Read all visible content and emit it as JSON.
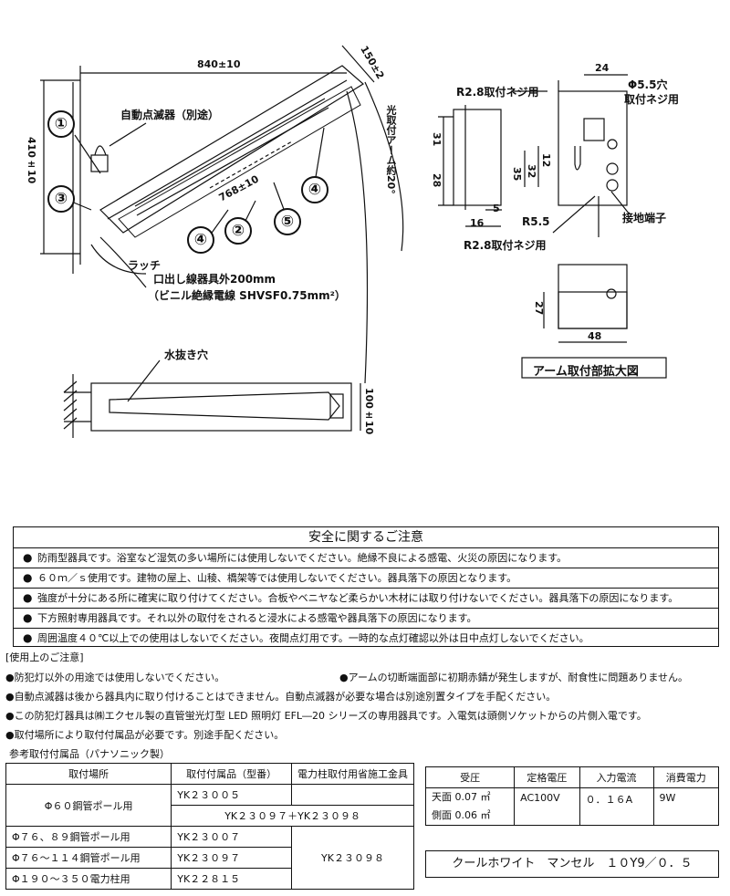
{
  "drawing": {
    "dim_width": "840±10",
    "dim_height": "410±10",
    "dim_tube": "768±10",
    "dim_150": "150±2",
    "arm_label": "光取付アーム約20°",
    "sensor_label": "自動点滅器（別途）",
    "latch_label": "ラッチ",
    "wire_label_1": "口出し線器具外200mm",
    "wire_label_2": "（ビニル絶縁電線 SHVSF0.75mm²）",
    "drain_label": "水抜き穴",
    "dim_100": "100±10",
    "circle_1": "①",
    "circle_2": "②",
    "circle_3": "③",
    "circle_4": "④",
    "circle_5": "⑤"
  },
  "detail": {
    "dim_24": "24",
    "hole_label": "Φ5.5穴",
    "screw_label_top": "取付ネジ用",
    "r28_label": "R2.8取付ネジ用",
    "dim_31": "31",
    "dim_28": "28",
    "dim_35": "35",
    "dim_32": "32",
    "dim_12": "12",
    "dim_5": "5",
    "dim_16": "16",
    "r55_label": "R5.5",
    "r28_bottom_label": "R2.8取付ネジ用",
    "ground_label": "接地端子",
    "dim_27": "27",
    "dim_48": "48",
    "caption": "アーム取付部拡大図"
  },
  "safety": {
    "title": "安全に関するご注意",
    "bullet": "●",
    "items": [
      "防雨型器具です。浴室など湿気の多い場所には使用しないでください。絶縁不良による感電、火災の原因になります。",
      "６０ｍ／ｓ使用です。建物の屋上、山稜、橋架等では使用しないでください。器具落下の原因となります。",
      "強度が十分にある所に確実に取り付けてください。合板やベニヤなど柔らかい木材には取り付けないでください。器具落下の原因になります。",
      "下方照射専用器具です。それ以外の取付をされると浸水による感電や器具落下の原因になります。",
      "周囲温度４０℃以上での使用はしないでください。夜間点灯用です。一時的な点灯確認以外は日中点灯しないでください。"
    ]
  },
  "usage": {
    "heading": "[使用上のご注意]",
    "note1": "●防犯灯以外の用途では使用しないでください。",
    "note2": "●アームの切断端面部に初期赤錆が発生しますが、耐食性に問題ありません。",
    "note3": "●自動点滅器は後から器具内に取り付けることはできません。自動点滅器が必要な場合は別途別置タイプを手配ください。",
    "note4": "●この防犯灯器具は㈱エクセル製の直管蛍光灯型 LED 照明灯 EFL―20 シリーズの専用器具です。入電気は頭側ソケットからの片側入電です。",
    "note5": "●取付場所により取付付属品が必要です。別途手配ください。"
  },
  "accessories": {
    "heading": "参考取付付属品（パナソニック製）",
    "headers": [
      "取付場所",
      "取付付属品（型番）",
      "電力柱取付用省施工金具"
    ],
    "rows": [
      [
        "Φ６０鋼管ポール用",
        "YK２３００５",
        ""
      ],
      [
        "",
        "YK２３０９７＋YK２３０９８",
        ""
      ],
      [
        "Φ７６、８９鋼管ポール用",
        "YK２３００７",
        ""
      ],
      [
        "Φ７６～１１４鋼管ポール用",
        "YK２３０９７",
        "YK２３０９８"
      ],
      [
        "Φ１９０～３５０電力柱用",
        "YK２２８１５",
        ""
      ]
    ]
  },
  "specs": {
    "headers": [
      "受圧",
      "定格電圧",
      "入力電流",
      "消費電力"
    ],
    "pressure_top": "天面 0.07 ㎡",
    "pressure_side": "側面 0.06 ㎡",
    "voltage": "AC100V",
    "current": "０．１６A",
    "power": "9W"
  },
  "color": "クールホワイト　マンセル　１０Y9／０．５"
}
